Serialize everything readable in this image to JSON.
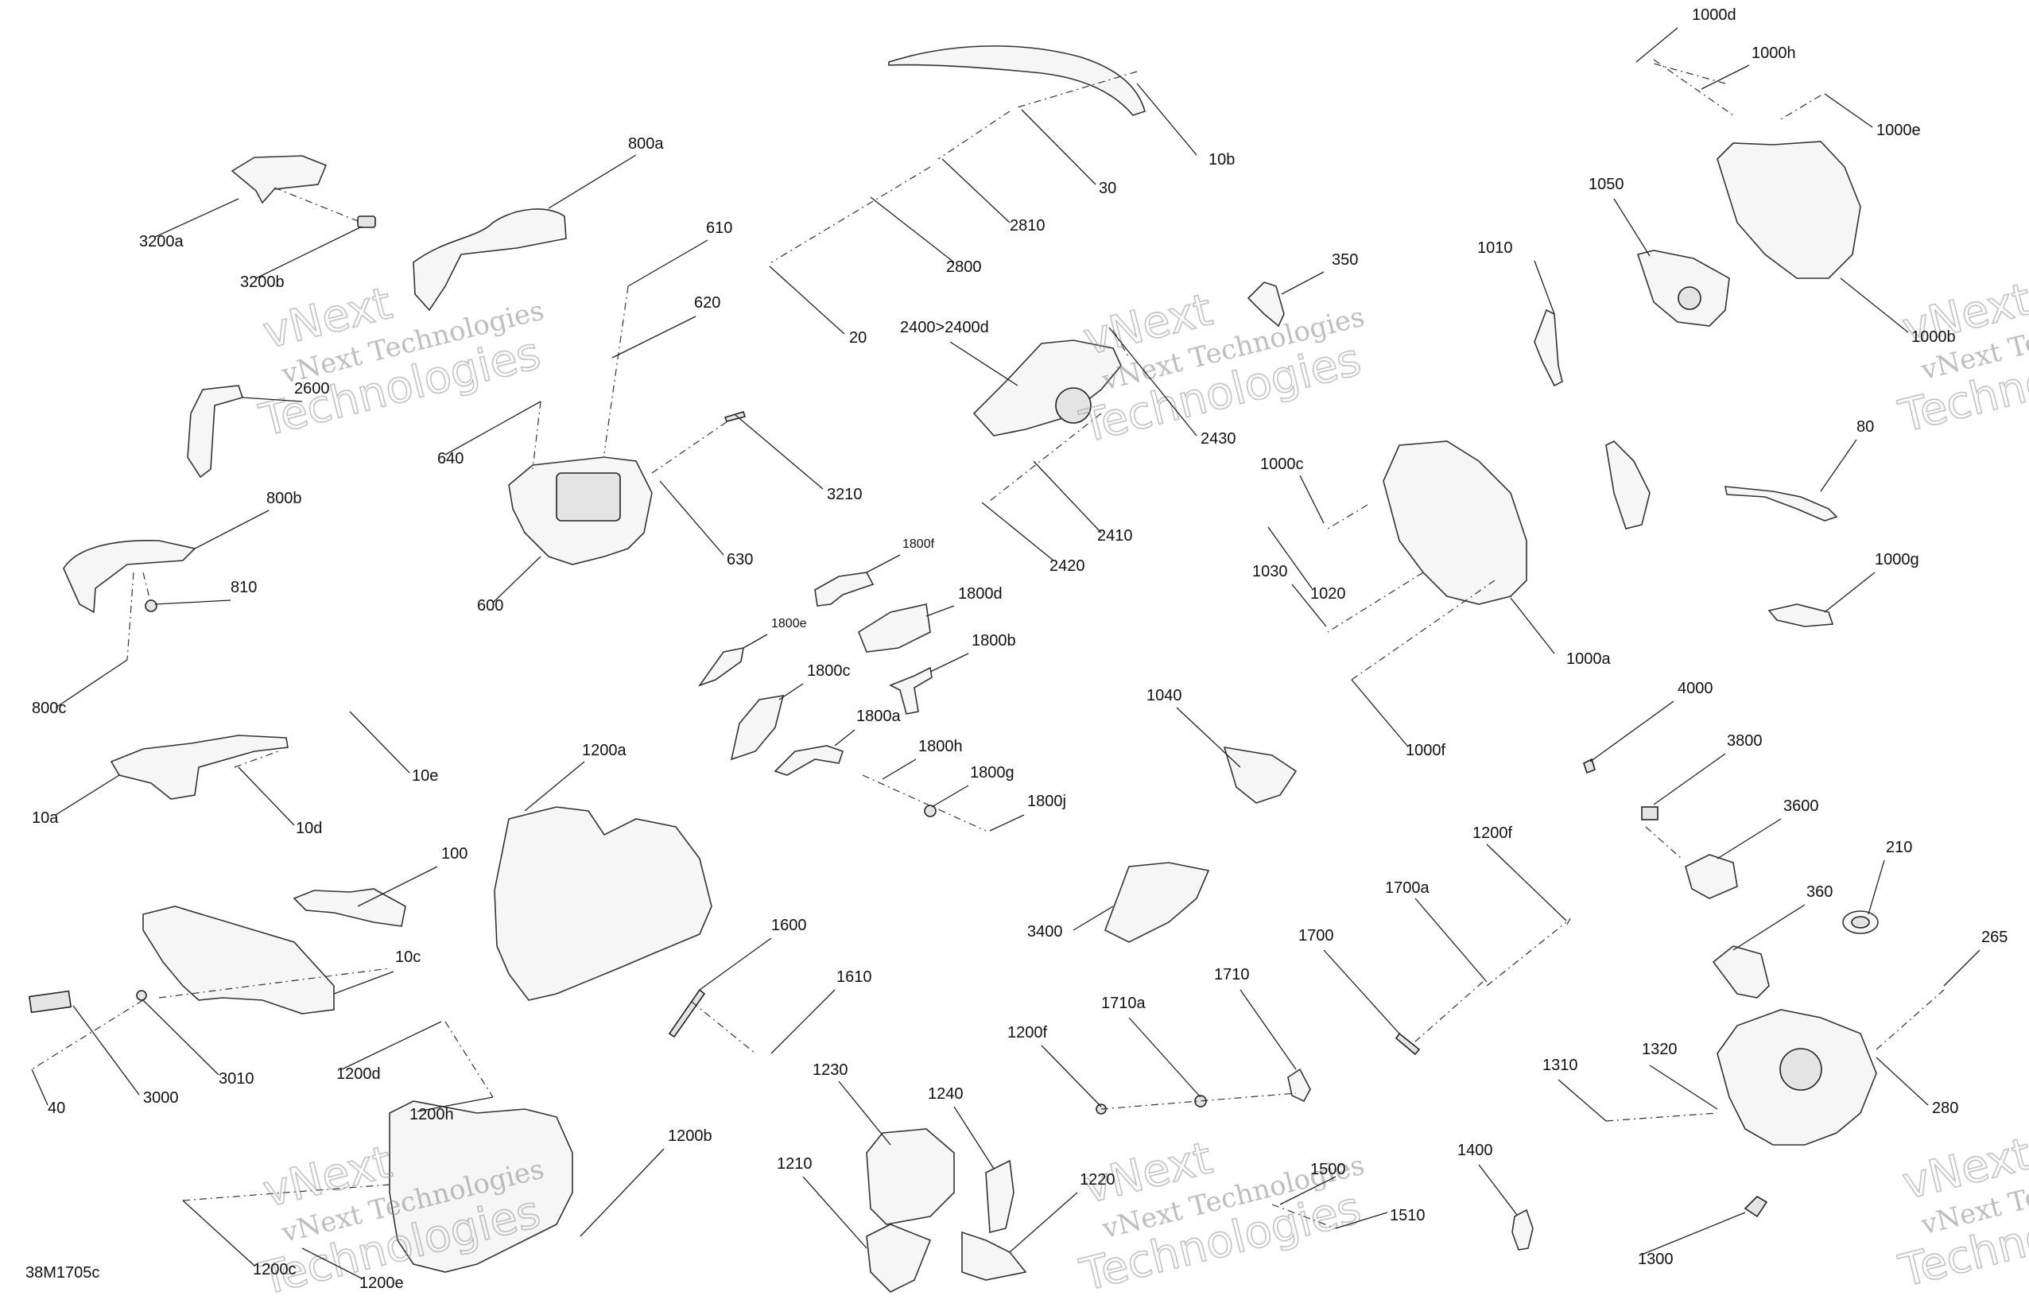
{
  "diagram": {
    "drawing_code": "38M1705c",
    "watermark": {
      "line1": "vNext Technologies",
      "line2": "Technologies",
      "ghost": "vNext"
    },
    "callouts": [
      {
        "id": "1000d"
      },
      {
        "id": "1000h"
      },
      {
        "id": "1000e"
      },
      {
        "id": "1050"
      },
      {
        "id": "1000b"
      },
      {
        "id": "1010"
      },
      {
        "id": "350"
      },
      {
        "id": "80"
      },
      {
        "id": "1000c"
      },
      {
        "id": "1030"
      },
      {
        "id": "1020"
      },
      {
        "id": "1000g"
      },
      {
        "id": "1000a"
      },
      {
        "id": "1000f"
      },
      {
        "id": "4000"
      },
      {
        "id": "3800"
      },
      {
        "id": "3600"
      },
      {
        "id": "210"
      },
      {
        "id": "360"
      },
      {
        "id": "265"
      },
      {
        "id": "280"
      },
      {
        "id": "1320"
      },
      {
        "id": "1310"
      },
      {
        "id": "1300"
      },
      {
        "id": "1400"
      },
      {
        "id": "1500"
      },
      {
        "id": "1510"
      },
      {
        "id": "1200f"
      },
      {
        "id": "1700a"
      },
      {
        "id": "1700"
      },
      {
        "id": "1710"
      },
      {
        "id": "1710a"
      },
      {
        "id": "1200f"
      },
      {
        "id": "3400"
      },
      {
        "id": "1040"
      },
      {
        "id": "1230"
      },
      {
        "id": "1240"
      },
      {
        "id": "1210"
      },
      {
        "id": "1220"
      },
      {
        "id": "10b"
      },
      {
        "id": "30"
      },
      {
        "id": "2810"
      },
      {
        "id": "2800"
      },
      {
        "id": "20"
      },
      {
        "id": "2400>2400d"
      },
      {
        "id": "2430"
      },
      {
        "id": "2410"
      },
      {
        "id": "2420"
      },
      {
        "id": "800a"
      },
      {
        "id": "610"
      },
      {
        "id": "620"
      },
      {
        "id": "640"
      },
      {
        "id": "3210"
      },
      {
        "id": "630"
      },
      {
        "id": "600"
      },
      {
        "id": "1800f"
      },
      {
        "id": "1800d"
      },
      {
        "id": "1800e"
      },
      {
        "id": "1800b"
      },
      {
        "id": "1800c"
      },
      {
        "id": "1800a"
      },
      {
        "id": "1800h"
      },
      {
        "id": "1800g"
      },
      {
        "id": "1800j"
      },
      {
        "id": "1200a"
      },
      {
        "id": "1600"
      },
      {
        "id": "1610"
      },
      {
        "id": "3200a"
      },
      {
        "id": "3200b"
      },
      {
        "id": "2600"
      },
      {
        "id": "800b"
      },
      {
        "id": "810"
      },
      {
        "id": "800c"
      },
      {
        "id": "10e"
      },
      {
        "id": "10a"
      },
      {
        "id": "10d"
      },
      {
        "id": "100"
      },
      {
        "id": "10c"
      },
      {
        "id": "3000"
      },
      {
        "id": "3010"
      },
      {
        "id": "40"
      },
      {
        "id": "1200d"
      },
      {
        "id": "1200h"
      },
      {
        "id": "1200b"
      },
      {
        "id": "1200c"
      },
      {
        "id": "1200e"
      }
    ]
  }
}
